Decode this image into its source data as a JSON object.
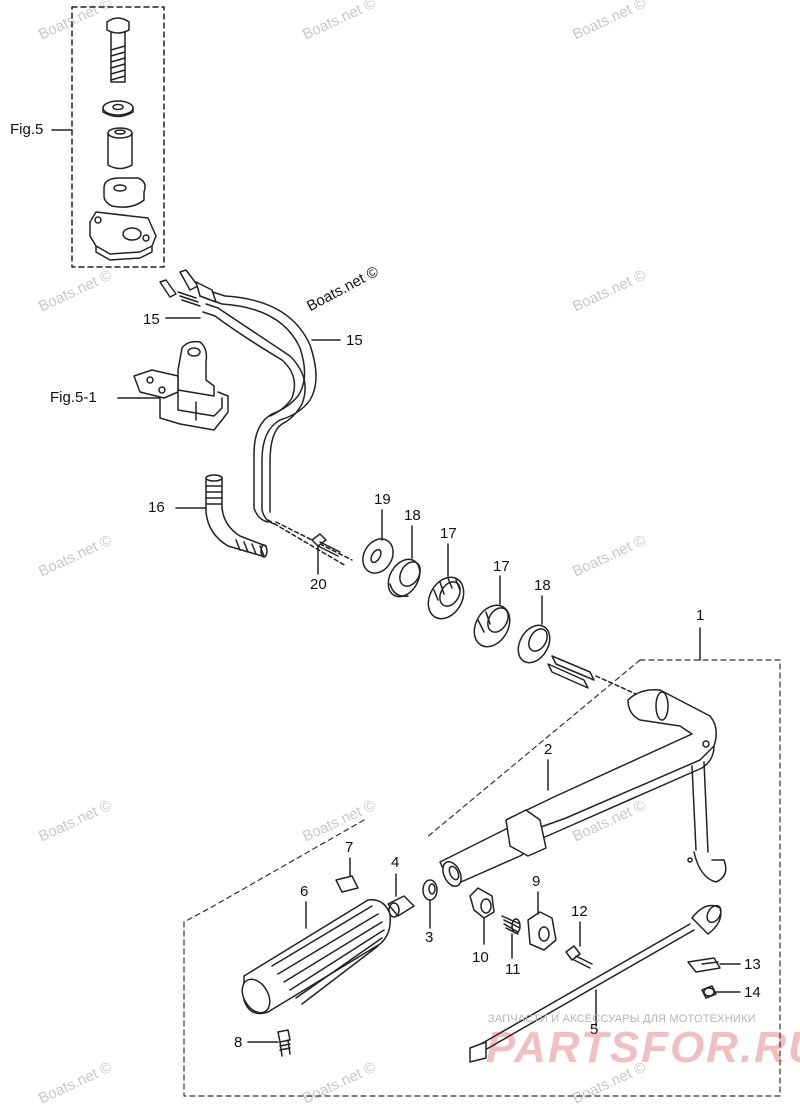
{
  "figure_refs": {
    "fig5": "Fig.5",
    "fig5_1": "Fig.5-1"
  },
  "copyright": "Boats.net ©",
  "watermark_text": "Boats.net ©",
  "parts": {
    "p1": "1",
    "p2": "2",
    "p3": "3",
    "p4": "4",
    "p5": "5",
    "p6": "6",
    "p7": "7",
    "p8": "8",
    "p9": "9",
    "p10": "10",
    "p11": "11",
    "p12": "12",
    "p13": "13",
    "p14": "14",
    "p15a": "15",
    "p15b": "15",
    "p16": "16",
    "p17a": "17",
    "p17b": "17",
    "p18a": "18",
    "p18b": "18",
    "p19": "19",
    "p20": "20"
  },
  "brand": {
    "tagline": "ЗАПЧАСТИ И АКСЕССУАРЫ ДЛЯ МОТОТЕХНИКИ",
    "logo": "PARTSFOR.RU",
    "color": "#c81e1e"
  },
  "colors": {
    "line": "#222222",
    "dash": "#333333",
    "watermark": "#c8c8c8"
  }
}
